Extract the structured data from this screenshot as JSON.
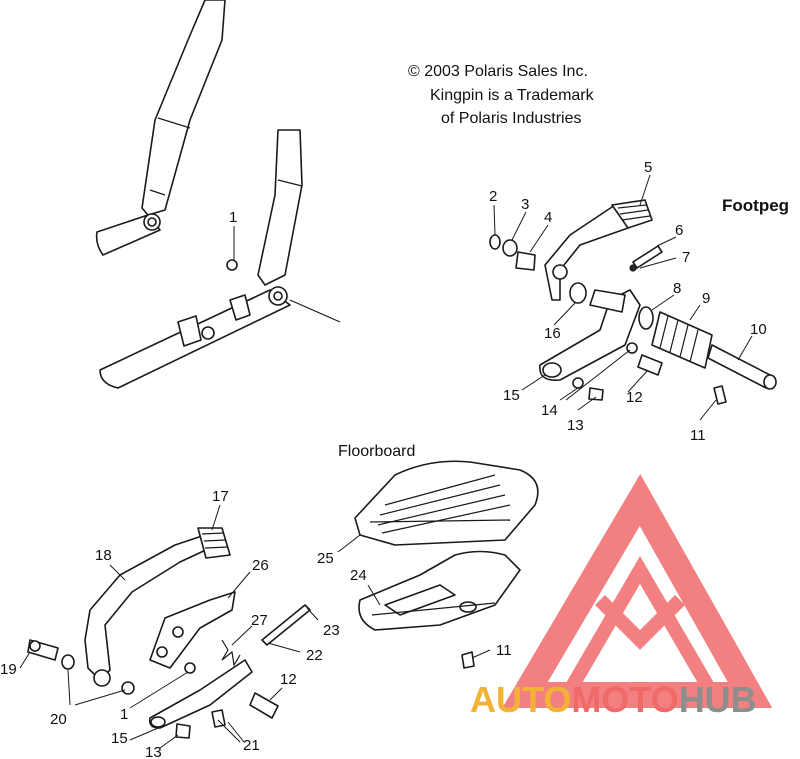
{
  "copyright": {
    "line1": "© 2003 Polaris Sales Inc.",
    "line2": "Kingpin is a Trademark",
    "line3": "of Polaris Industries"
  },
  "section_title": "Footpeg",
  "floorboard_label": "Floorboard",
  "watermark": {
    "part1": "AUTO",
    "part2": "MOTO",
    "part3": "HUB",
    "colors": {
      "auto": "#f2b233",
      "moto": "#f06a6a",
      "hub": "#8e8e8e",
      "logo": "#f06a6a"
    }
  },
  "callouts": {
    "c1a": "1",
    "c2": "2",
    "c3": "3",
    "c4": "4",
    "c5": "5",
    "c6": "6",
    "c7": "7",
    "c8": "8",
    "c9": "9",
    "c10": "10",
    "c11a": "11",
    "c12a": "12",
    "c13a": "13",
    "c14": "14",
    "c15a": "15",
    "c16": "16",
    "c17": "17",
    "c18": "18",
    "c19": "19",
    "c20": "20",
    "c1b": "1",
    "c15b": "15",
    "c13b": "13",
    "c21": "21",
    "c12b": "12",
    "c22": "22",
    "c23": "23",
    "c27": "27",
    "c26": "26",
    "c25": "25",
    "c24": "24",
    "c11b": "11"
  }
}
